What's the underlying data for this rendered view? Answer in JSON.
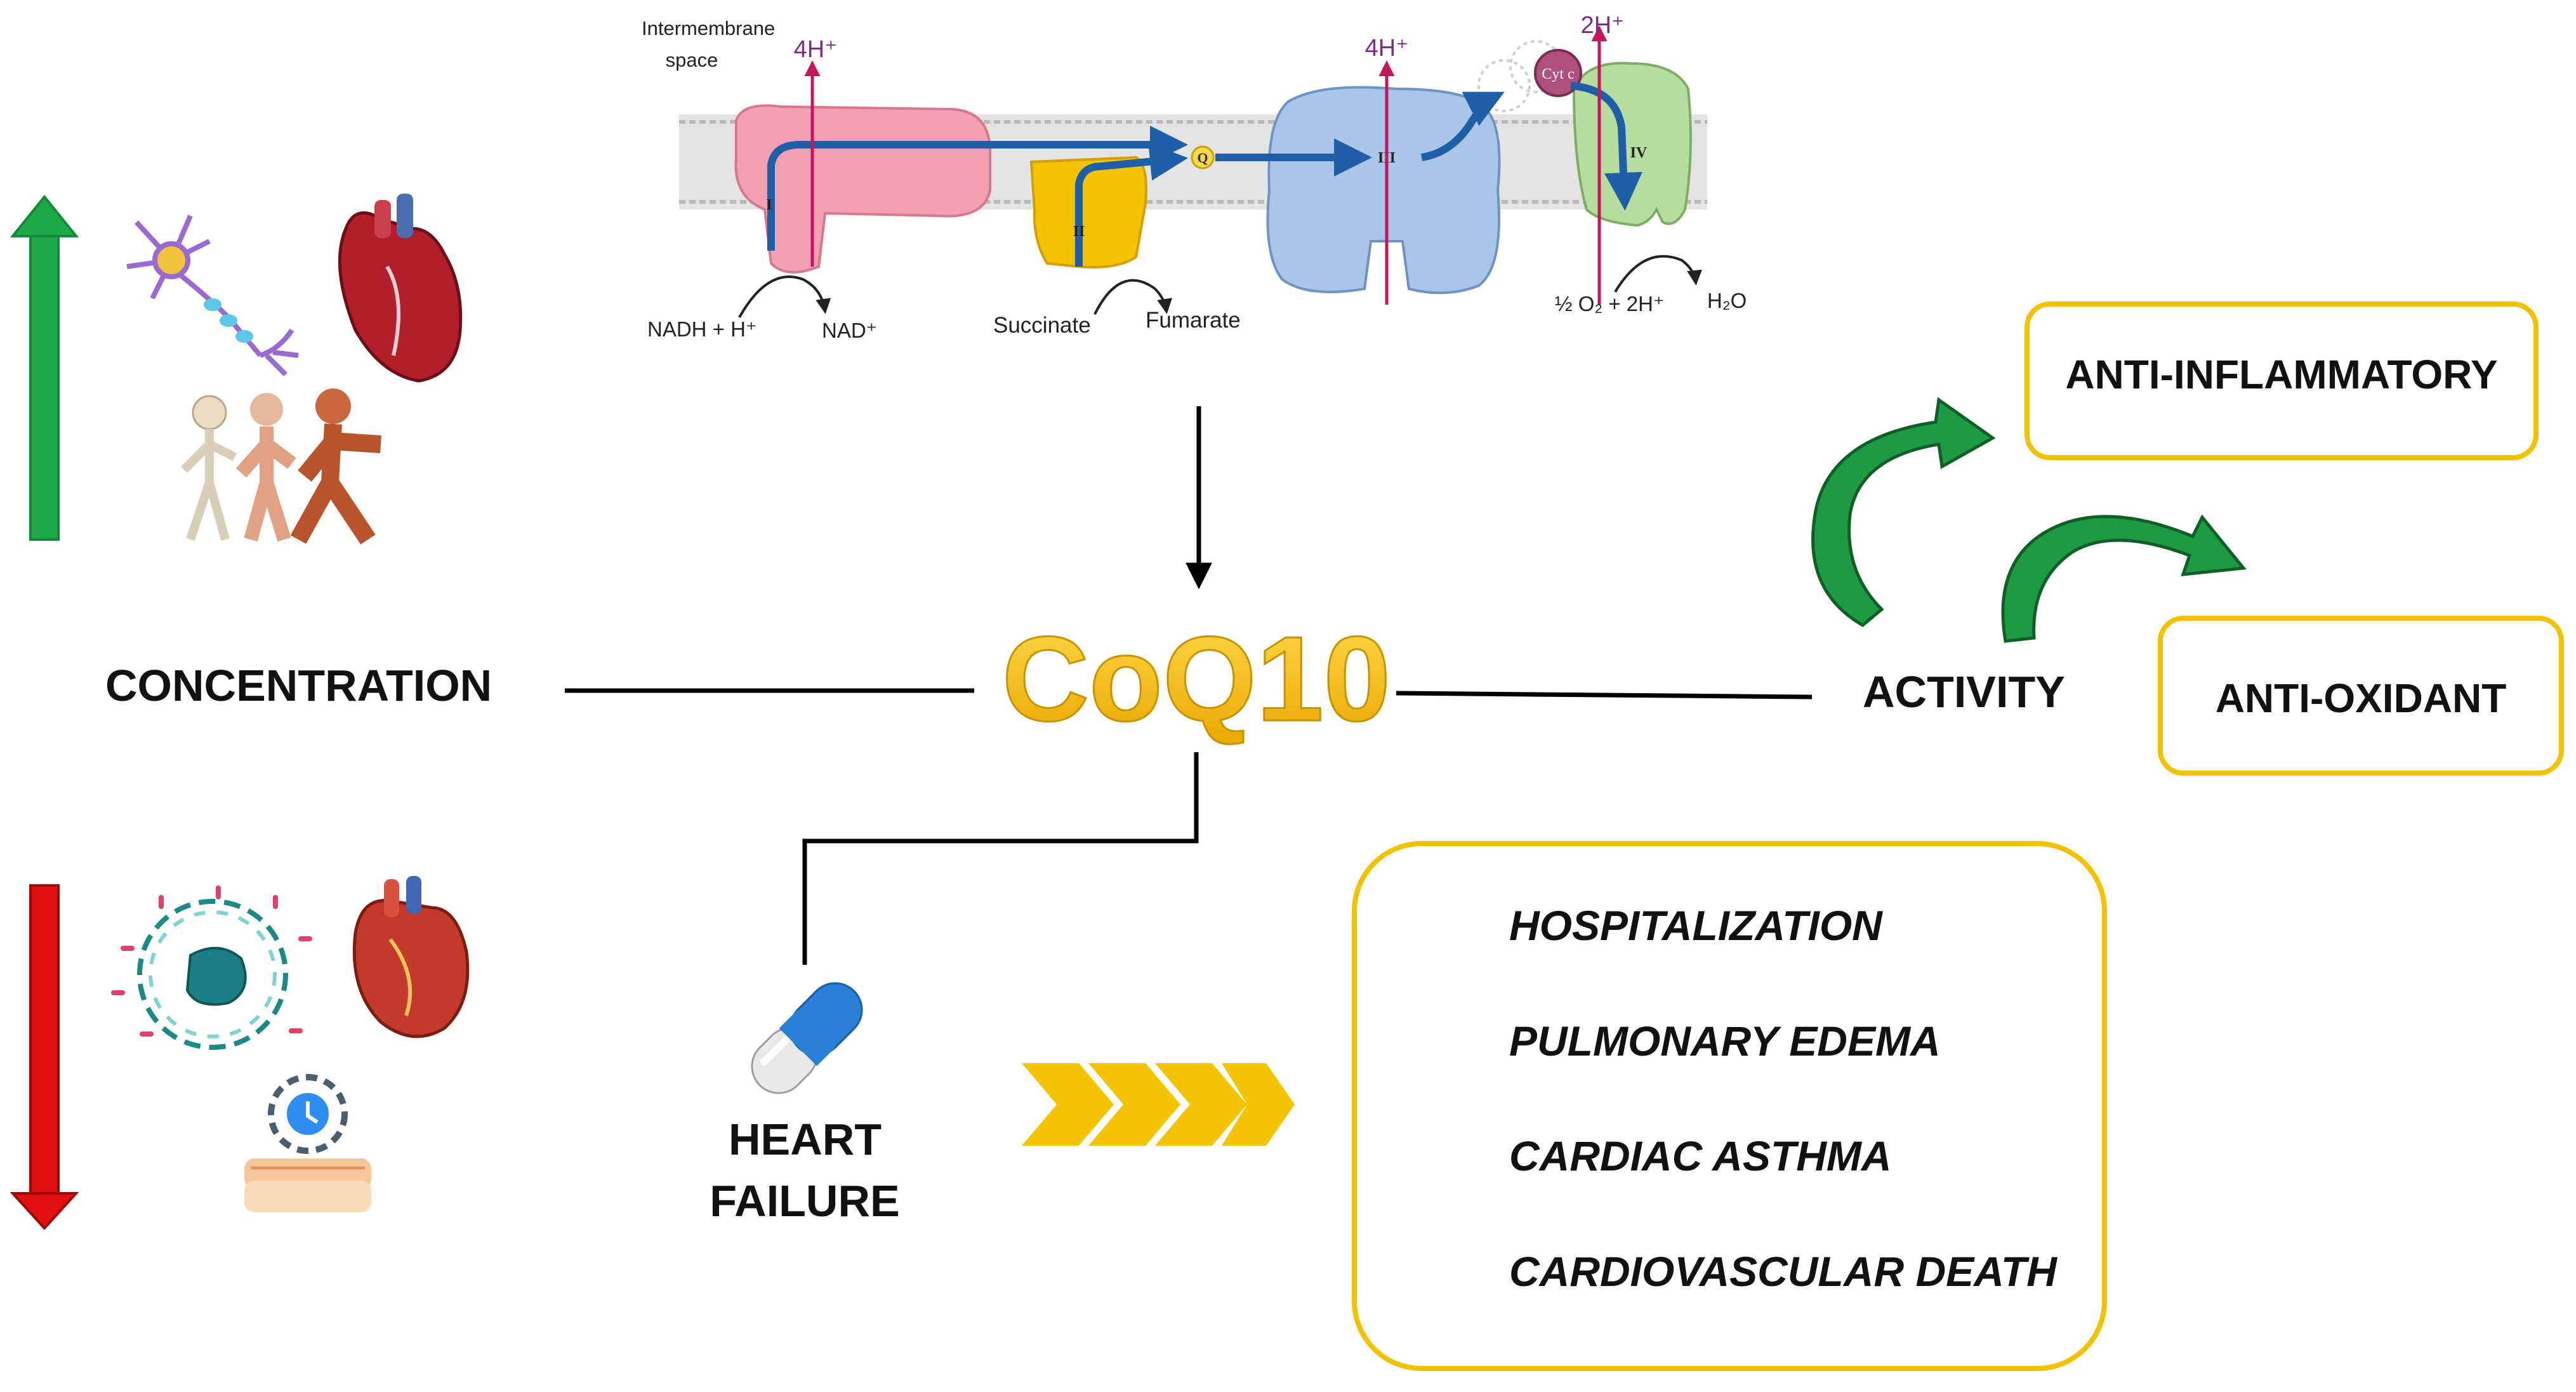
{
  "center": {
    "title": "CoQ10"
  },
  "etc": {
    "intermembrane": [
      "Intermembrane",
      "space"
    ],
    "h_pumped": [
      "4H⁺",
      "4H⁺",
      "2H⁺"
    ],
    "complexes": [
      "I",
      "II",
      "III",
      "IV"
    ],
    "q_label": "Q",
    "cytc_label": "Cyt c",
    "nadh": "NADH + H⁺",
    "nad": "NAD⁺",
    "succinate": "Succinate",
    "fumarate": "Fumarate",
    "oxygen": "½ O₂ + 2H⁺",
    "water": "H₂O",
    "colors": {
      "complex1": "#f4a0b4",
      "complex2": "#f5c400",
      "complex3": "#a9c6e8",
      "complex4": "#b7dca0",
      "cytc": "#b0507c",
      "flow": "#1f5fa8",
      "proton": "#c2185b",
      "membrane": "#d7d7d7"
    }
  },
  "left": {
    "concentration_label": "CONCENTRATION",
    "up_arrow_color": "#1faa4a",
    "down_arrow_color": "#e01010",
    "up_icons": [
      "neuron-icon",
      "heart-icon",
      "skeleton-muscle-icon"
    ],
    "down_icons": [
      "cell-oxidative-stress-icon",
      "heart-icon",
      "aging-skin-clock-icon"
    ]
  },
  "right": {
    "activity_label": "ACTIVITY",
    "effects": [
      "ANTI-INFLAMMATORY",
      "ANTI-OXIDANT"
    ],
    "curve_arrow_color": "#1f9a44"
  },
  "bottom": {
    "heart_failure": [
      "HEART",
      "FAILURE"
    ],
    "outcomes": [
      "HOSPITALIZATION",
      "PULMONARY EDEMA",
      "CARDIAC ASTHMA",
      "CARDIOVASCULAR DEATH"
    ],
    "outcome_arrow_color": "#d11a1a",
    "outcome_arrow_edge": "#1a8a3a",
    "chevron_color": "#f5c400",
    "capsule_colors": [
      "#2a7fd6",
      "#e8e8e8"
    ]
  },
  "accent": "#f2c200"
}
